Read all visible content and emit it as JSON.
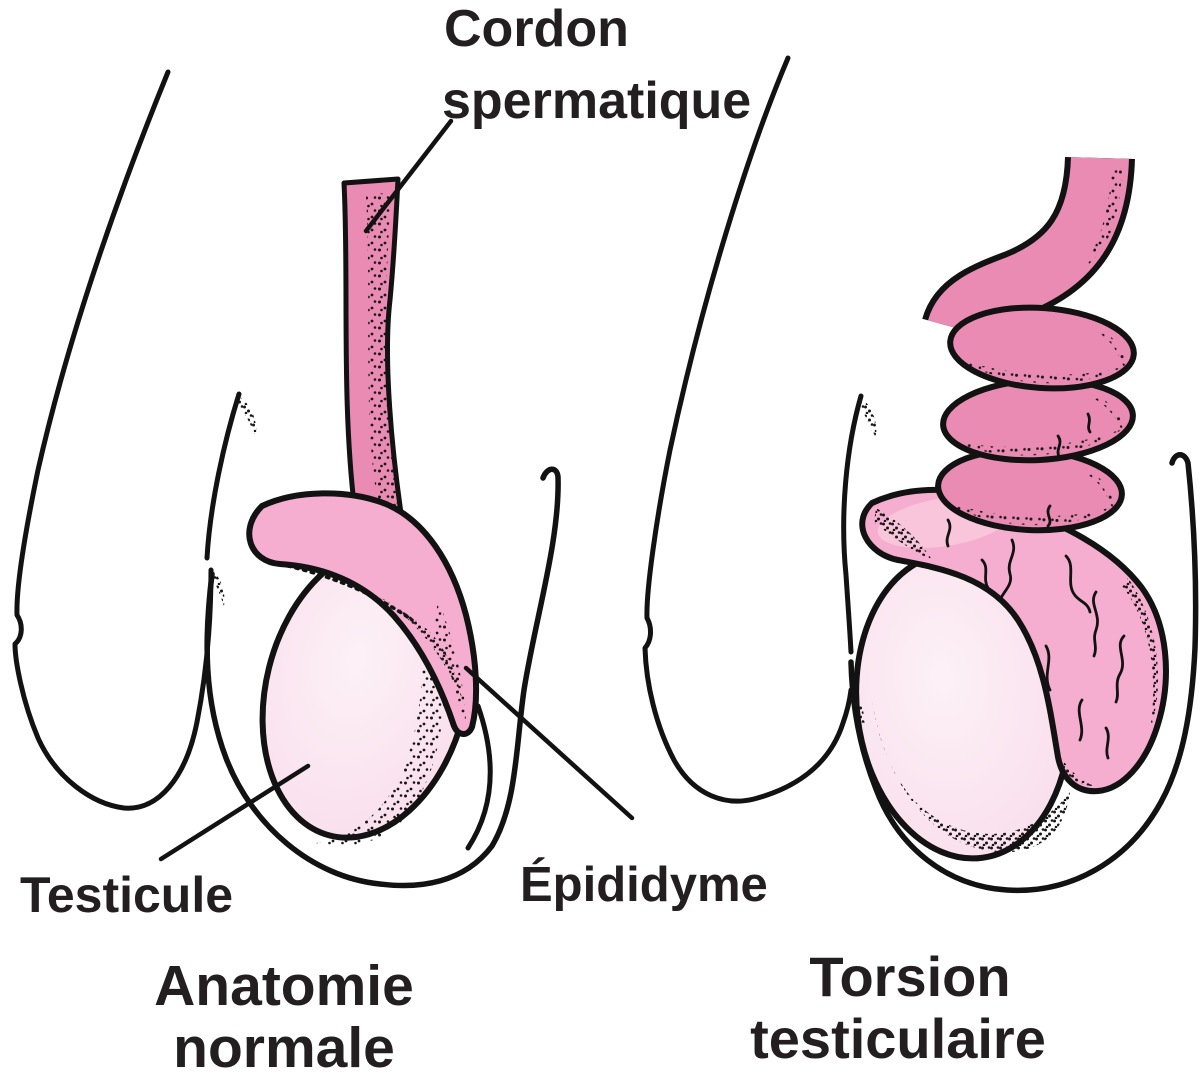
{
  "figure_type": "medical-illustration",
  "labels": {
    "cordon": {
      "line1": "Cordon",
      "line2": "spermatique"
    },
    "testicule": "Testicule",
    "epididyme": "Épididyme"
  },
  "captions": {
    "left": {
      "line1": "Anatomie",
      "line2": "normale"
    },
    "right": {
      "line1": "Torsion",
      "line2": "testiculaire"
    }
  },
  "colors": {
    "outline": "#121212",
    "text": "#231f20",
    "cord": "#e98bb3",
    "epididymis": "#f5aecf",
    "epididymis_highlight": "#f8c5da",
    "testicle_center": "#fdf1f7",
    "testicle_edge": "#f8dcea",
    "background": "#ffffff"
  }
}
